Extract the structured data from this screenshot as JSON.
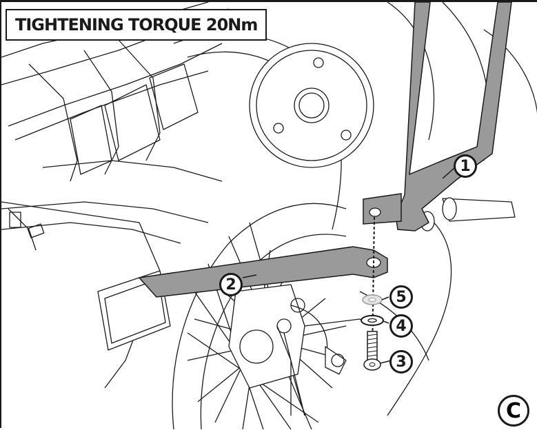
{
  "title": "TIGHTENING TORQUE 20Nm",
  "callouts": {
    "c1": "1",
    "c2": "2",
    "c3": "3",
    "c4": "4",
    "c5": "5"
  },
  "panel_label": "C",
  "colors": {
    "line": "#1a1a1a",
    "part_fill": "#9a9a9a",
    "background": "#ffffff"
  }
}
